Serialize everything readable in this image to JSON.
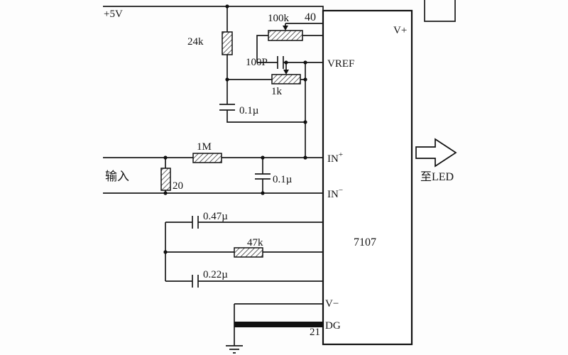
{
  "power": {
    "supply_label": "+5V"
  },
  "components": {
    "r24k": "24k",
    "r100k": "100k",
    "c100p": "100P",
    "r1k": "1k",
    "c_ref": "0.1µ",
    "r1m": "1M",
    "r20": "20",
    "c_in": "0.1µ",
    "c_int": "0.47µ",
    "r47k": "47k",
    "c_az": "0.22µ"
  },
  "ic": {
    "name": "7107",
    "pin_vplus": "V+",
    "pin_vref": "VREF",
    "pin_in_plus_base": "IN",
    "pin_in_plus_sup": "+",
    "pin_in_minus_base": "IN",
    "pin_in_minus_sup": "−",
    "pin_vminus": "V−",
    "pin_dg": "DG",
    "pin_number_top": "40",
    "pin_number_dg": "21"
  },
  "annotations": {
    "input": "输入",
    "to_led": "至LED"
  }
}
